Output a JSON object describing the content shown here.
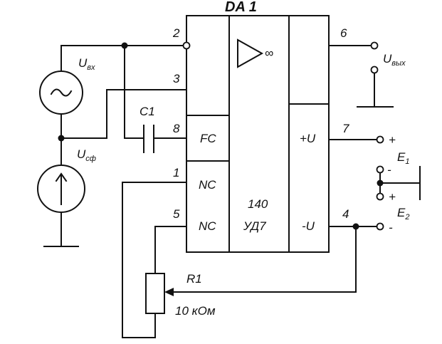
{
  "chip": {
    "designator": "DA 1",
    "type_line1": "140",
    "type_line2": "УД7",
    "left_pins": [
      "FC",
      "NC",
      "NC"
    ],
    "right_pins": [
      "+U",
      "-U"
    ],
    "gain_symbol": "∞"
  },
  "pin_numbers": {
    "p1": "1",
    "p2": "2",
    "p3": "3",
    "p4": "4",
    "p5": "5",
    "p6": "6",
    "p7": "7",
    "p8": "8"
  },
  "components": {
    "c1": "C1",
    "r1": "R1",
    "r1_value": "10 кОм"
  },
  "sources": {
    "u_in_main": "U",
    "u_in_sub": "вх",
    "u_cf_main": "U",
    "u_cf_sub": "сф",
    "u_out_main": "U",
    "u_out_sub": "вых"
  },
  "supplies": {
    "e1_main": "E",
    "e1_sub": "1",
    "e2_main": "E",
    "e2_sub": "2",
    "plus": "+",
    "minus": "-"
  },
  "colors": {
    "ink": "#111111",
    "paper": "#ffffff"
  }
}
